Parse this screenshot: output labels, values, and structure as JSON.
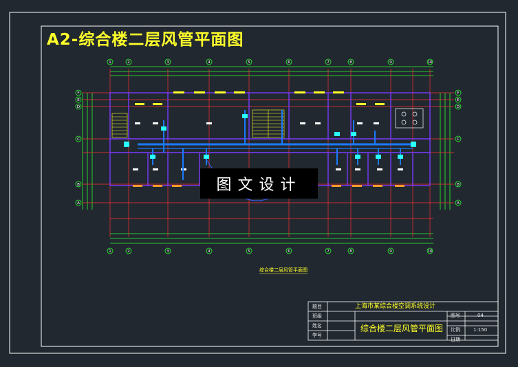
{
  "drawing": {
    "title": "A2-综合楼二层风管平面图",
    "watermark": "图文设计",
    "caption": "综合楼二层风管平面图"
  },
  "title_block": {
    "labels": [
      "题目",
      "班级",
      "姓名",
      "学号"
    ],
    "project": "上海市某综合楼空调系统设计",
    "drawing_name": "综合楼二层风管平面图",
    "sheet_label": "图号",
    "sheet_value": "04",
    "scale_label": "比例",
    "scale_value": "1:150",
    "date_label": "日期"
  },
  "grid_axes": {
    "top_numbers": [
      "1",
      "2",
      "3",
      "4",
      "5",
      "6",
      "7",
      "8",
      "9",
      "10"
    ],
    "left_letters": [
      "F",
      "E",
      "D",
      "C",
      "B",
      "A"
    ]
  },
  "colors": {
    "background": "#212830",
    "border": "#ffffff",
    "title": "#ffff2a",
    "dimension": "#2aff2a",
    "axis": "#ff3030",
    "wall": "#7a3aff",
    "duct": "#1a7aff"
  }
}
